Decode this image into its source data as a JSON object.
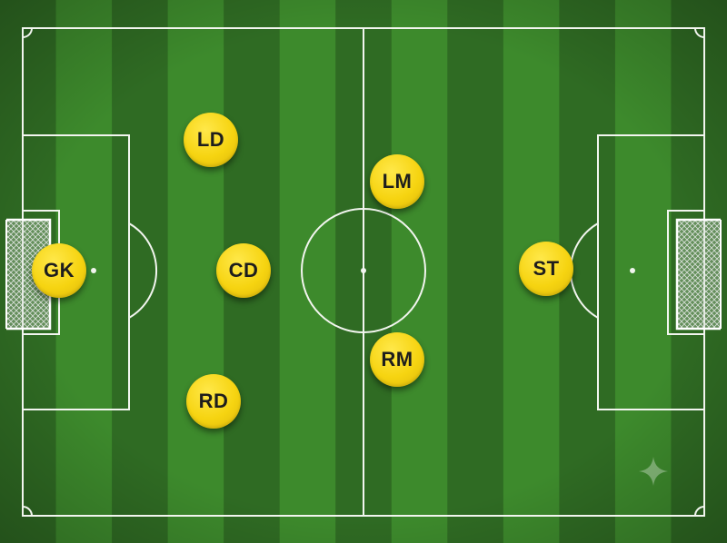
{
  "colors": {
    "grass_dark": "#2f6b23",
    "grass_light": "#3d8a2c",
    "line": "#f2f5ef",
    "token": "#f6d411",
    "token_text": "#1d1d1d"
  },
  "players": {
    "gk": "GK",
    "ld": "LD",
    "cd": "CD",
    "rd": "RD",
    "lm": "LM",
    "rm": "RM",
    "st": "ST"
  },
  "icons": {
    "left_goal": "goal-net-icon",
    "right_goal": "goal-net-icon",
    "corner_mark": "sparkle-icon"
  }
}
